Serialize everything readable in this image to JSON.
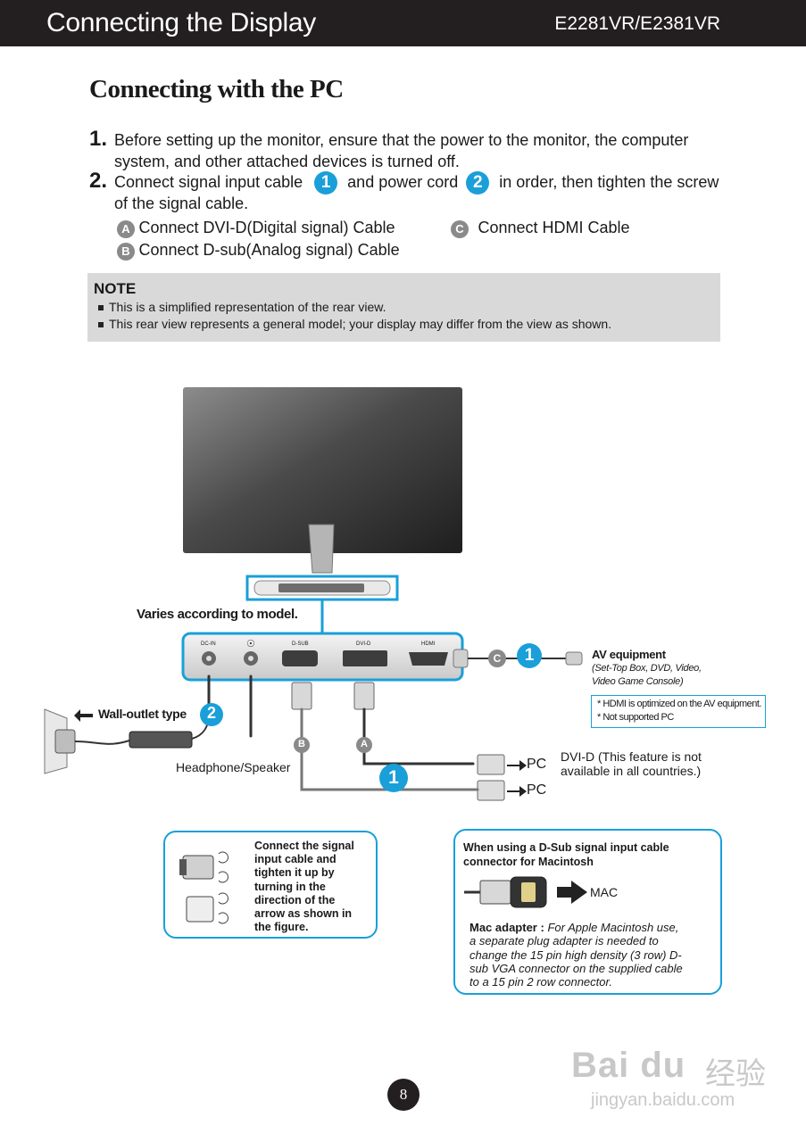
{
  "header": {
    "title": "Connecting the Display",
    "model": "E2281VR/E2381VR"
  },
  "section_title": "Connecting with the PC",
  "steps": [
    {
      "num": "1.",
      "line1": "Before setting up the monitor, ensure that the power to the monitor, the computer",
      "line2": "system, and other attached devices is turned off."
    },
    {
      "num": "2.",
      "pre": "Connect signal input cable",
      "badge1": "1",
      "mid": "and power cord",
      "badge2": "2",
      "post": "in order, then tighten the screw",
      "line2": "of the signal cable."
    }
  ],
  "sub_items": [
    {
      "letter": "A",
      "text": "Connect DVI-D(Digital signal) Cable"
    },
    {
      "letter": "B",
      "text": "Connect D-sub(Analog signal) Cable"
    },
    {
      "letter": "C",
      "text": "Connect HDMI Cable"
    }
  ],
  "note": {
    "title": "NOTE",
    "items": [
      "This is a simplified representation of the rear view.",
      "This rear view represents a general model; your display may differ from the view as shown."
    ]
  },
  "diagram": {
    "varies": "Varies according to model.",
    "ports": [
      "DC-IN",
      "",
      "D-SUB",
      "DVI-D",
      "HDMI"
    ],
    "wall_outlet": "Wall-outlet type",
    "headphone": "Headphone/Speaker",
    "av_title": "AV equipment",
    "av_sub1": "(Set-Top Box, DVD, Video,",
    "av_sub2": "Video Game Console)",
    "hdmi_note1": "* HDMI is optimized on the AV equipment.",
    "hdmi_note2": "* Not supported PC",
    "dvi_note1": "DVI-D (This feature is not",
    "dvi_note2": "available in all countries.)",
    "pc1": "PC",
    "pc2": "PC",
    "badge_c": "C",
    "badge_1": "1",
    "badge_2": "2",
    "badge_a": "A",
    "badge_b": "B",
    "badge_1b": "1"
  },
  "callout_left": {
    "lines": [
      "Connect the signal",
      "input cable and",
      "tighten it up by",
      "turning in the",
      "direction of the",
      "arrow as shown in",
      "the figure."
    ]
  },
  "callout_right": {
    "title1": "When using a D-Sub signal input cable",
    "title2": "connector for Macintosh",
    "mac": "MAC",
    "adapter_label": "Mac adapter :",
    "adapter_lines": [
      "For Apple Macintosh use,",
      "a  separate plug adapter is needed to",
      "change the 15 pin high density (3 row) D-",
      "sub VGA connector on the supplied cable",
      "to a 15 pin  2 row connector."
    ]
  },
  "page_number": "8",
  "watermark": {
    "brand": "Bai du",
    "cn": "经验",
    "url": "jingyan.baidu.com"
  }
}
